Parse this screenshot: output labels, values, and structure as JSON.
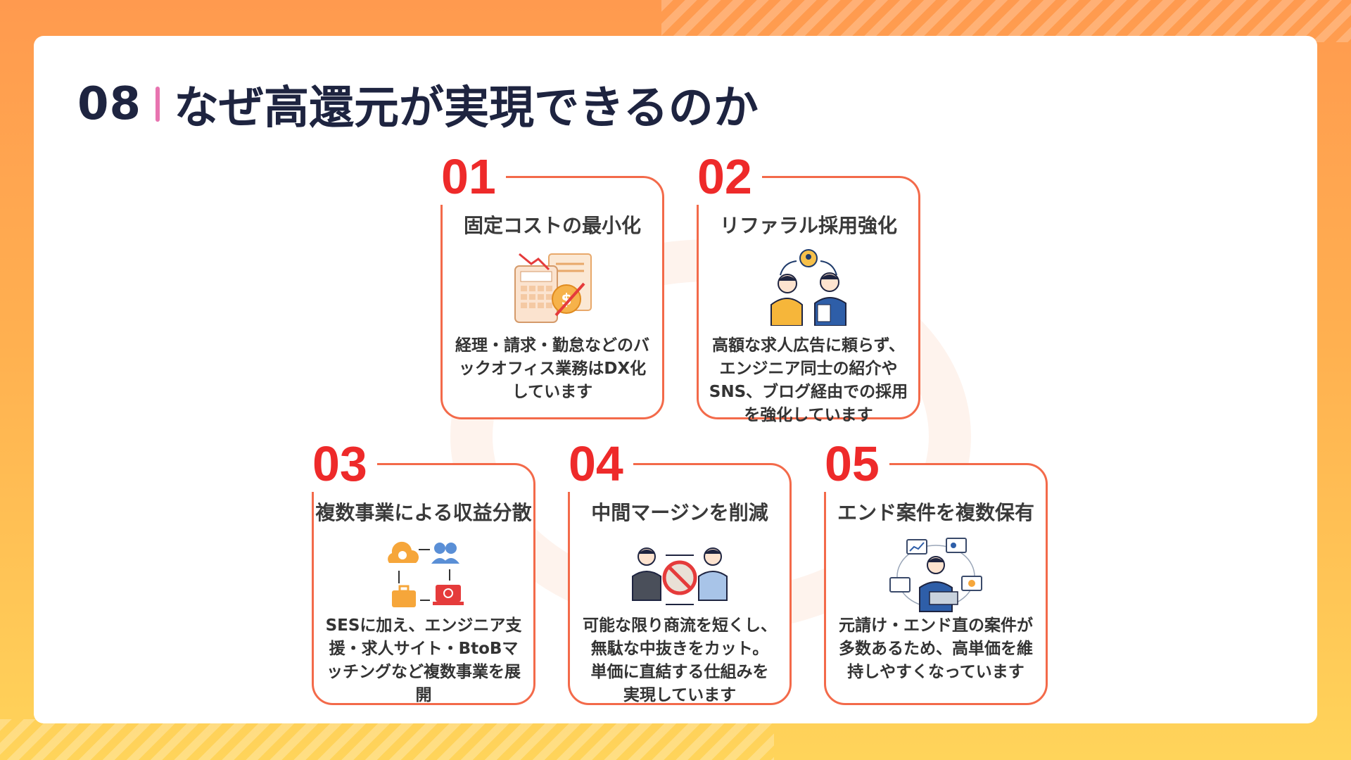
{
  "header": {
    "number": "08",
    "title": "なぜ高還元が実現できるのか"
  },
  "accent_colors": {
    "number_red": "#ee2a2a",
    "border": "#f36a4a",
    "heading": "#1e2440",
    "divider": "#e874b0"
  },
  "cards": [
    {
      "number": "01",
      "title": "固定コストの最小化",
      "icon": "calculator-cost-down-icon",
      "desc": "経理・請求・勤怠などのバ\nックオフィス業務はDX化\nしています"
    },
    {
      "number": "02",
      "title": "リファラル採用強化",
      "icon": "referral-people-icon",
      "desc": "高額な求人広告に頼らず、\nエンジニア同士の紹介や\nSNS、ブログ経由での採用\nを強化しています"
    },
    {
      "number": "03",
      "title": "複数事業による収益分散",
      "icon": "business-cycle-icon",
      "desc": "SESに加え、エンジニア支\n援・求人サイト・BtoBマ\nッチングなど複数事業を展\n開"
    },
    {
      "number": "04",
      "title": "中間マージンを削減",
      "icon": "no-middleman-icon",
      "desc": "可能な限り商流を短くし、\n無駄な中抜きをカット。\n単価に直結する仕組みを\n実現しています"
    },
    {
      "number": "05",
      "title": "エンド案件を複数保有",
      "icon": "multi-client-network-icon",
      "desc": "元請け・エンド直の案件が\n多数あるため、高単価を維\n持しやすくなっています"
    }
  ]
}
